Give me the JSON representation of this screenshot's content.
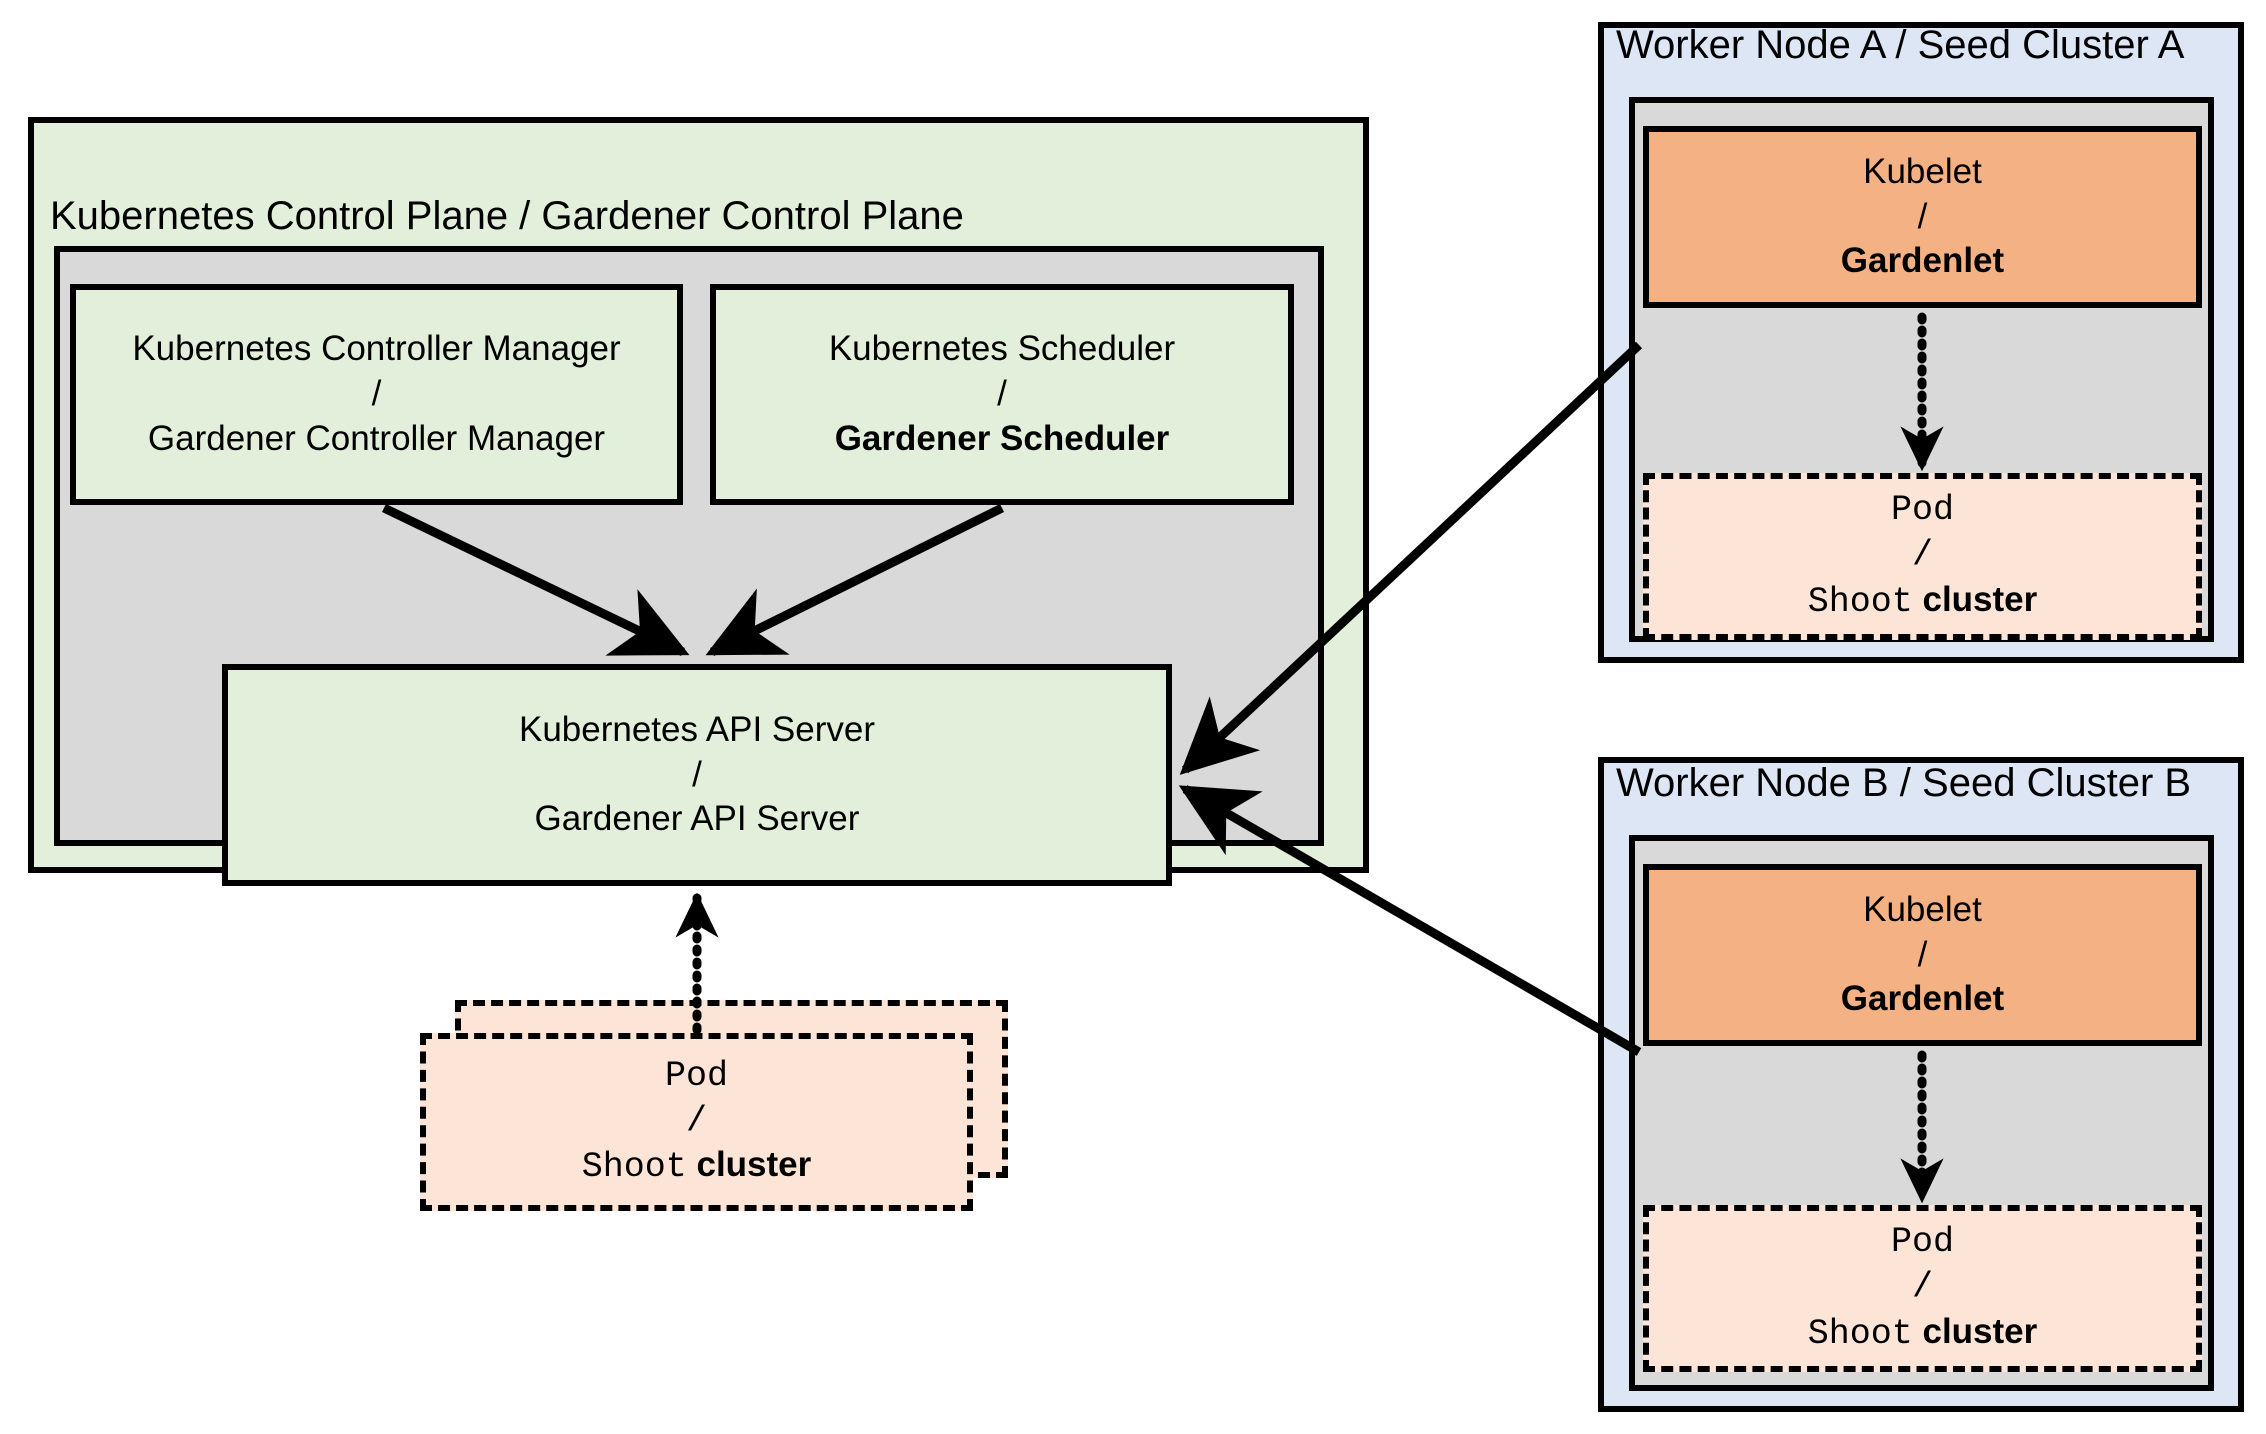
{
  "diagram": {
    "title_hidden": "Gardener architecture: Kubernetes analogy",
    "control_plane": {
      "title": "Kubernetes Control Plane / Gardener Control Plane",
      "nodes": {
        "controller_manager": {
          "line1": "Kubernetes Controller Manager",
          "separator": "/",
          "line2": "Gardener Controller Manager"
        },
        "scheduler": {
          "line1": "Kubernetes Scheduler",
          "separator": "/",
          "line2": "Gardener Scheduler"
        },
        "api_server": {
          "line1": "Kubernetes API Server",
          "separator": "/",
          "line2": "Gardener API Server"
        },
        "pod": {
          "line1": "Pod",
          "separator": "/",
          "line2_mono": "Shoot",
          "line2_bold": " cluster"
        }
      }
    },
    "seed_a": {
      "title": "Worker Node A / Seed Cluster A",
      "nodes": {
        "kubelet": {
          "line1": "Kubelet",
          "separator": "/",
          "line2": "Gardenlet"
        },
        "pod": {
          "line1": "Pod",
          "separator": "/",
          "line2_mono": "Shoot",
          "line2_bold": " cluster"
        }
      }
    },
    "seed_b": {
      "title": "Worker Node B / Seed Cluster B",
      "nodes": {
        "kubelet": {
          "line1": "Kubelet",
          "separator": "/",
          "line2": "Gardenlet"
        },
        "pod": {
          "line1": "Pod",
          "separator": "/",
          "line2_mono": "Shoot",
          "line2_bold": " cluster"
        }
      }
    },
    "colors": {
      "green_fill": "#e2efda",
      "blue_fill": "#dce6f5",
      "gray_fill": "#d9d9d9",
      "orange_fill": "#f4b183",
      "pod_fill": "#fce4d6",
      "stroke": "#000000",
      "background": "#ffffff"
    },
    "connections": [
      {
        "from": "controller-manager",
        "to": "api-server",
        "style": "solid-arrow"
      },
      {
        "from": "scheduler",
        "to": "api-server",
        "style": "solid-arrow"
      },
      {
        "from": "control-plane-pod",
        "to": "api-server",
        "style": "dotted-arrow"
      },
      {
        "from": "gardenlet-a",
        "to": "api-server",
        "style": "solid-arrow"
      },
      {
        "from": "gardenlet-b",
        "to": "api-server",
        "style": "solid-arrow"
      },
      {
        "from": "gardenlet-a",
        "to": "seed-a-pod",
        "style": "dotted-arrow"
      },
      {
        "from": "gardenlet-b",
        "to": "seed-b-pod",
        "style": "dotted-arrow"
      }
    ]
  }
}
